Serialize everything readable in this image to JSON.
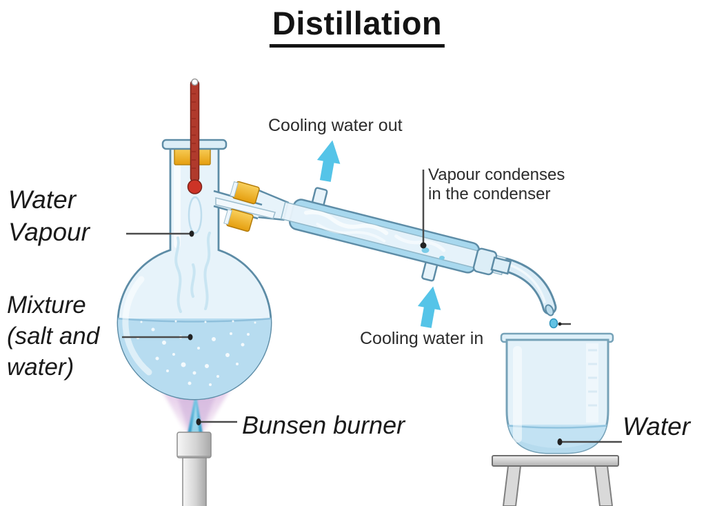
{
  "title": "Distillation",
  "labels": {
    "water_vapour": {
      "line1": "Water",
      "line2": "Vapour"
    },
    "mixture": {
      "line1": "Mixture",
      "line2": "(salt and",
      "line3": "water)"
    },
    "cooling_water_out": "Cooling water out",
    "vapour_condenses": {
      "line1": "Vapour condenses",
      "line2": "in the condenser"
    },
    "cooling_water_in": "Cooling water in",
    "bunsen_burner": "Bunsen burner",
    "water": "Water"
  },
  "colors": {
    "glass_fill": "#e7f3fa",
    "glass_outline": "#5d8ca6",
    "flask_liquid": "#b7dcf0",
    "condenser_water": "#a8d8ee",
    "arrow_cyan": "#55c4e8",
    "stopper_orange": "#eeac1c",
    "thermometer_red": "#b03a2c",
    "flame_pink": "#e0c2e6",
    "flame_blue": "#47aed6",
    "metal_gray": "#c9c9c9",
    "stand_gray": "#c4c4c4",
    "label_line": "#4a4a4a",
    "text_black": "#1a1a1a"
  }
}
